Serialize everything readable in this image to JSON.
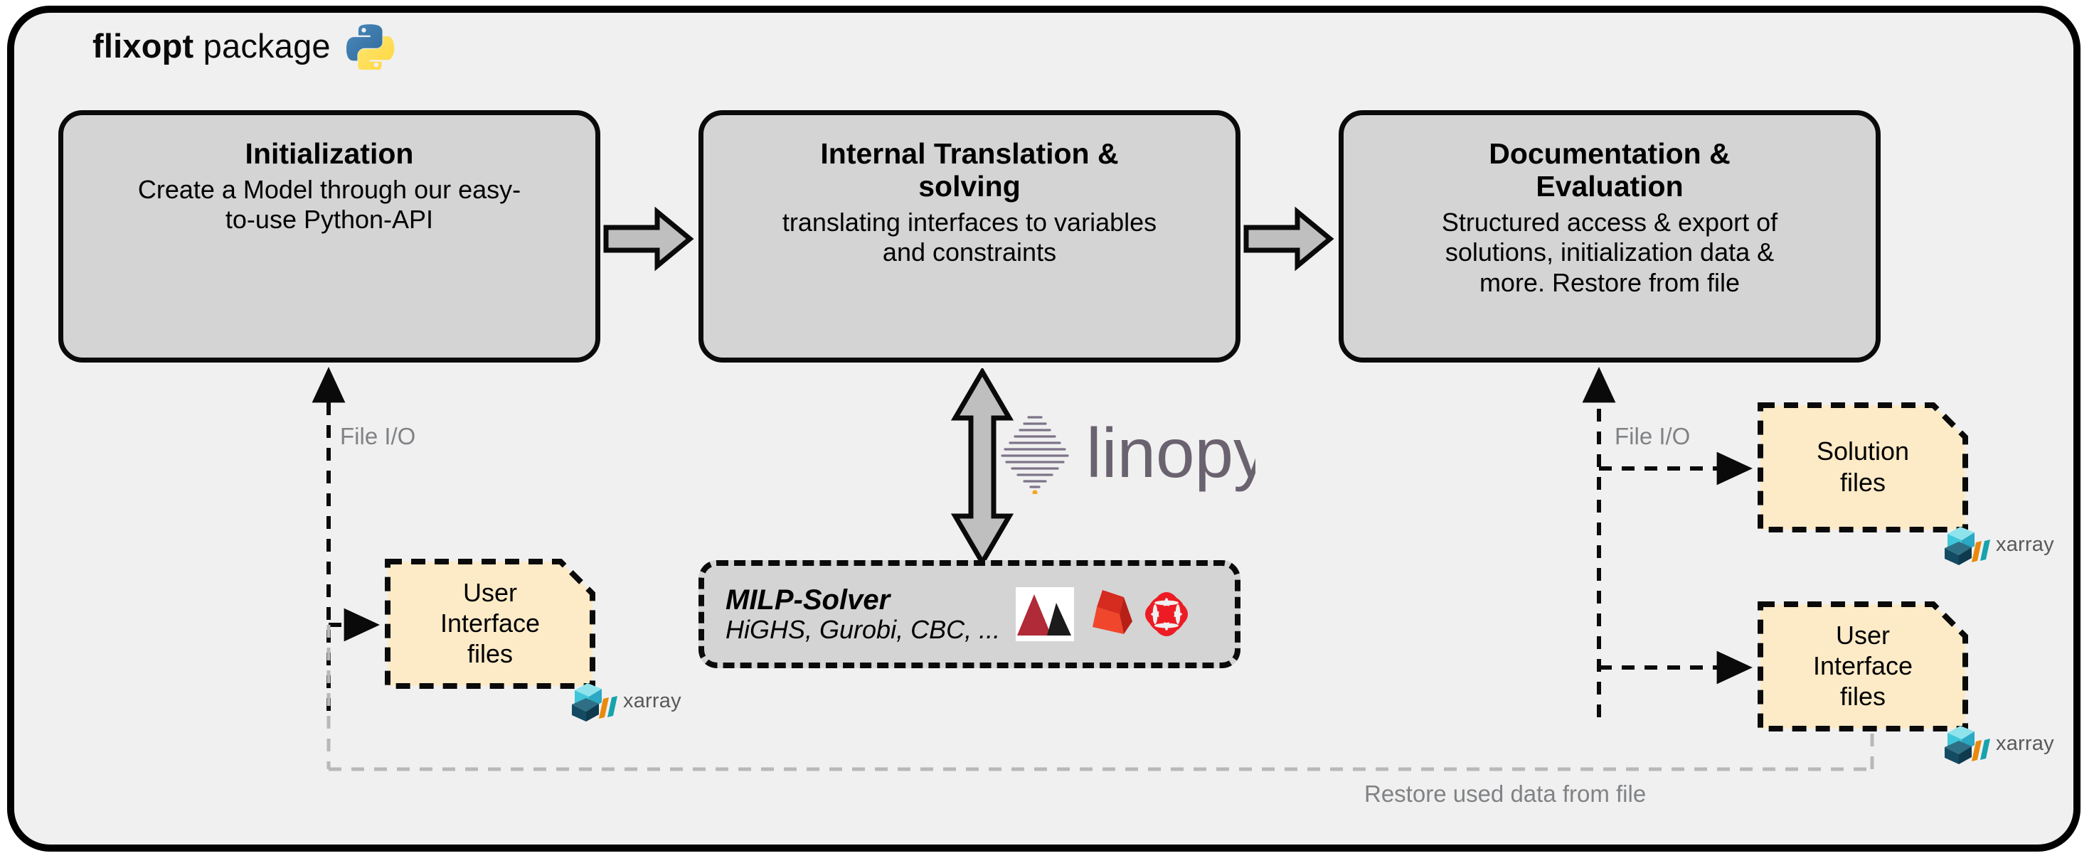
{
  "header": {
    "title_bold": "flixopt",
    "title_rest": " package",
    "python_logo_name": "python-logo"
  },
  "stages": [
    {
      "id": "initialization",
      "title": "Initialization",
      "desc": "Create a Model through our easy-\nto-use Python-API"
    },
    {
      "id": "internal-translation",
      "title": "Internal Translation &\nsolving",
      "desc": "translating interfaces to variables\nand constraints"
    },
    {
      "id": "documentation-evaluation",
      "title": "Documentation &\nEvaluation",
      "desc": "Structured access & export of\nsolutions, initialization data &\nmore. Restore from file"
    }
  ],
  "linopy": {
    "wordmark": "linopy",
    "logo_name": "linopy-logo",
    "text_color": "#6b6270"
  },
  "milp": {
    "title": "MILP-Solver",
    "subtitle": "HiGHS, Gurobi, CBC, ...",
    "logos": [
      "highs-logo",
      "gurobi-logo",
      "cbc-logo"
    ]
  },
  "files": {
    "ui_left": {
      "label": "User\nInterface\nfiles"
    },
    "solution": {
      "label": "Solution\nfiles"
    },
    "ui_right": {
      "label": "User\nInterface\nfiles"
    },
    "fill_color": "#fdebc8",
    "border_color": "#0a0a0a"
  },
  "xarray": {
    "word": "xarray",
    "logo_name": "xarray-logo",
    "cube_top_color": "#62d6e4",
    "cube_bottom_color": "#144b63",
    "bar_orange": "#e8890c",
    "bar_teal": "#17a3ae"
  },
  "connectors": {
    "file_io_left": "File I/O",
    "file_io_right": "File I/O",
    "restore": "Restore used data from file",
    "label_color": "#808285",
    "dashed_black": "#0a0a0a",
    "dashed_gray": "#b8b8b8"
  },
  "colors": {
    "frame_border": "#000000",
    "frame_bg": "#f0f0f0",
    "stage_fill": "#d4d4d4",
    "stage_border": "#0a0a0a",
    "arrow_fill": "#bfbfbf",
    "python_blue": "#3b76a8",
    "python_yellow": "#ffd43b"
  }
}
